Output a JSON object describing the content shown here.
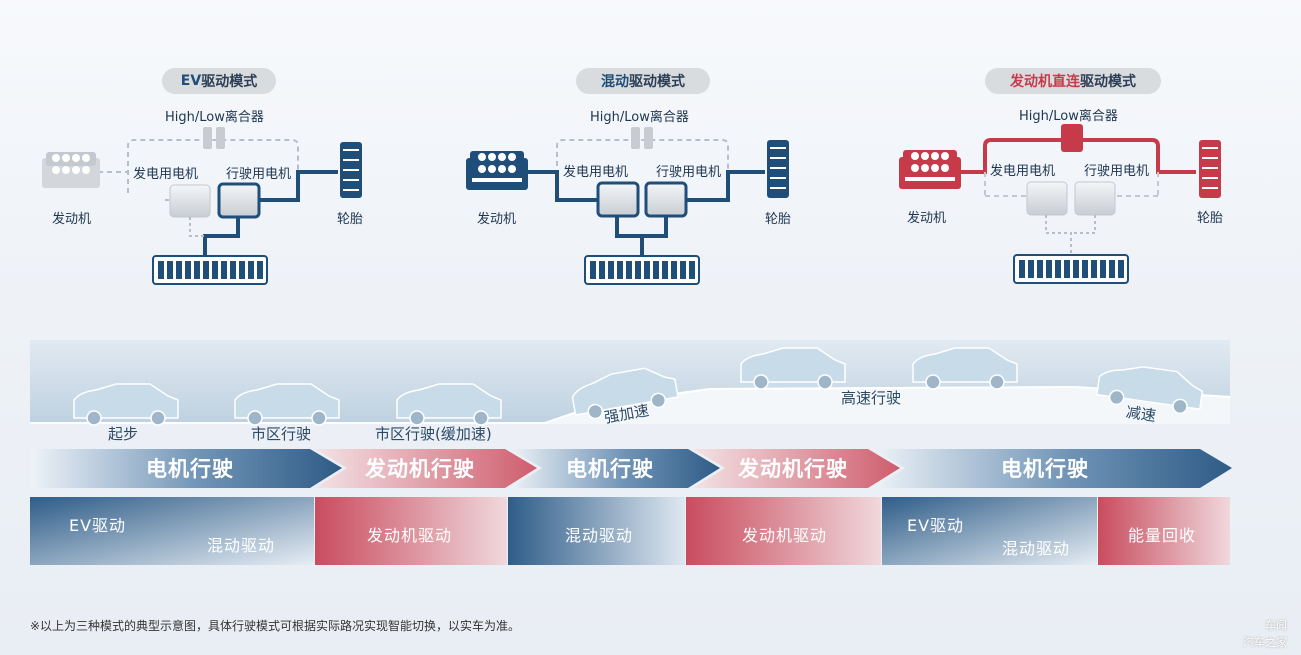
{
  "modes": [
    {
      "title_prefix": "EV",
      "title_rest": " 驱动模式",
      "clutch": "High/Low离合器",
      "generator": "发电用电机",
      "traction": "行驶用电机",
      "engine": "发动机",
      "tire": "轮胎"
    },
    {
      "title_prefix": "混动",
      "title_rest": "驱动模式",
      "clutch": "High/Low离合器",
      "generator": "发电用电机",
      "traction": "行驶用电机",
      "engine": "发动机",
      "tire": "轮胎"
    },
    {
      "title_prefix": "发动机直连",
      "title_rest": "驱动模式",
      "clutch": "High/Low离合器",
      "generator": "发电用电机",
      "traction": "行驶用电机",
      "engine": "发动机",
      "tire": "轮胎"
    }
  ],
  "stages": [
    "起步",
    "市区行驶",
    "市区行驶(缓加速)",
    "强加速",
    "高速行驶",
    "减速"
  ],
  "power_source": [
    "电机行驶",
    "发动机行驶",
    "电机行驶",
    "发动机行驶",
    "电机行驶"
  ],
  "drive_modes": {
    "seg1_a": "EV驱动",
    "seg1_b": "混动驱动",
    "seg2": "发动机驱动",
    "seg3": "混动驱动",
    "seg4": "发动机驱动",
    "seg5_a": "EV驱动",
    "seg5_b": "混动驱动",
    "seg6": "能量回收"
  },
  "footnote": "※以上为三种模式的典型示意图，具体行驶模式可根据实际路况实现智能切换，以实车为准。",
  "watermark": [
    "车闻",
    "汽车之家"
  ],
  "colors": {
    "blue": "#1f4e79",
    "red": "#c63a4a",
    "grey": "#c9cdd2"
  }
}
